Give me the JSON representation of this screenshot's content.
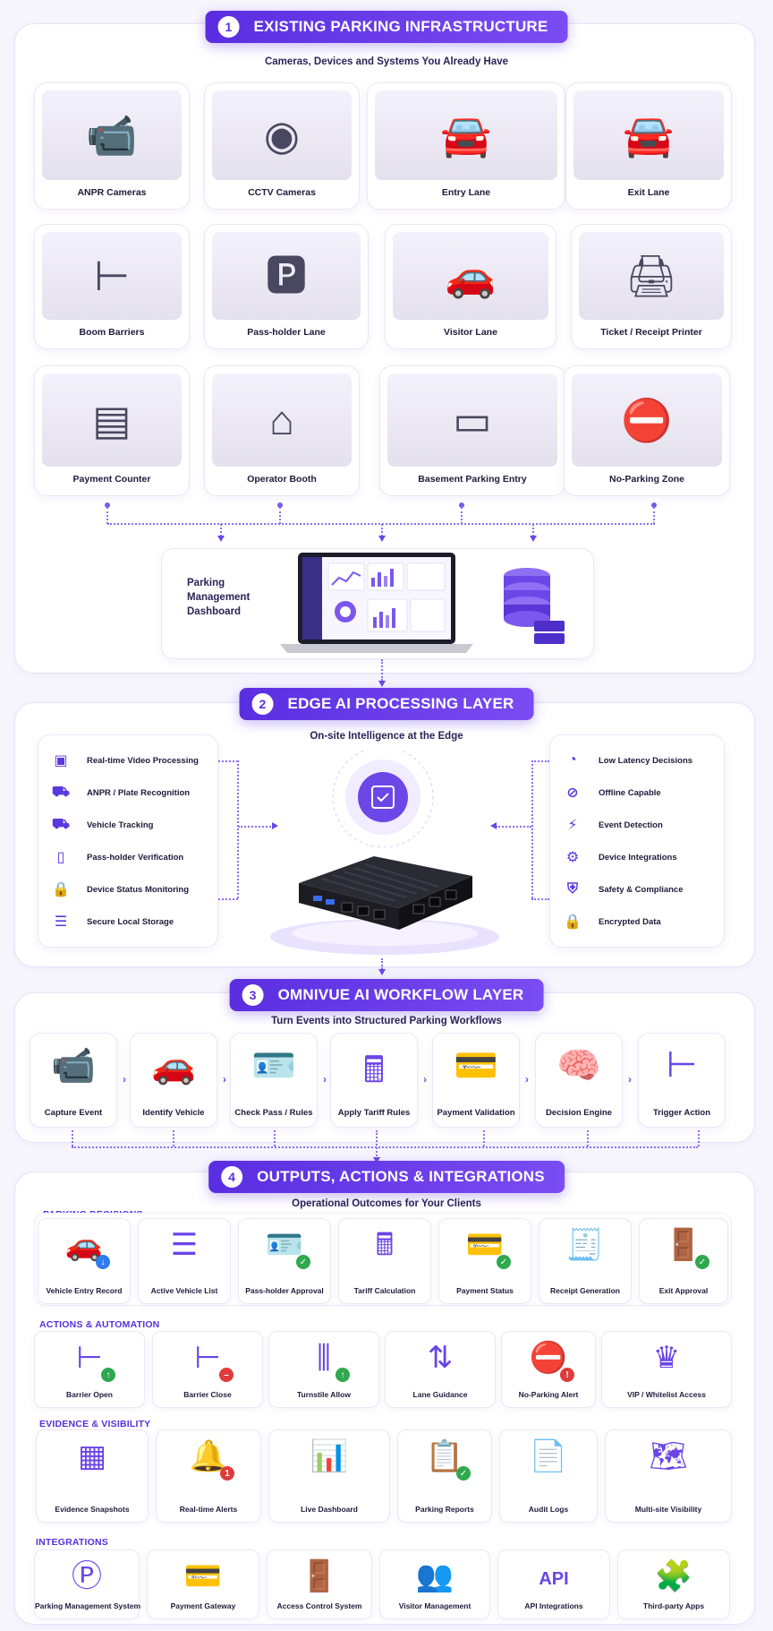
{
  "s1": {
    "num": "1",
    "title": "EXISTING PARKING INFRASTRUCTURE",
    "subtitle": "Cameras, Devices and Systems You Already Have",
    "cards": [
      {
        "label": "ANPR Cameras",
        "icon": "anpr-camera-icon",
        "glyph": "📹"
      },
      {
        "label": "CCTV Cameras",
        "icon": "cctv-camera-icon",
        "glyph": "◉"
      },
      {
        "label": "Entry Lane",
        "icon": "entry-lane-icon",
        "glyph": "🚘"
      },
      {
        "label": "Exit Lane",
        "icon": "exit-lane-icon",
        "glyph": "🚘"
      },
      {
        "label": "Boom Barriers",
        "icon": "boom-barrier-icon",
        "glyph": "⊢"
      },
      {
        "label": "Pass-holder Lane",
        "icon": "pass-holder-lane-icon",
        "glyph": "🅿"
      },
      {
        "label": "Visitor Lane",
        "icon": "visitor-lane-icon",
        "glyph": "🚗"
      },
      {
        "label": "Ticket / Receipt Printer",
        "icon": "printer-icon",
        "glyph": "🖨"
      },
      {
        "label": "Payment Counter",
        "icon": "payment-counter-icon",
        "glyph": "▤"
      },
      {
        "label": "Operator Booth",
        "icon": "operator-booth-icon",
        "glyph": "⌂"
      },
      {
        "label": "Basement Parking Entry",
        "icon": "basement-entry-icon",
        "glyph": "▭"
      },
      {
        "label": "No-Parking Zone",
        "icon": "no-parking-icon",
        "glyph": "⛔"
      }
    ],
    "dashboard": "Parking Management Dashboard"
  },
  "s2": {
    "num": "2",
    "title": "EDGE AI PROCESSING LAYER",
    "subtitle": "On-site Intelligence at the Edge",
    "left": [
      {
        "label": "Real-time Video Processing",
        "icon": "video-processing-icon",
        "glyph": "▣"
      },
      {
        "label": "ANPR / Plate Recognition",
        "icon": "plate-recognition-icon",
        "glyph": "⛟"
      },
      {
        "label": "Vehicle Tracking",
        "icon": "vehicle-tracking-icon",
        "glyph": "⛟"
      },
      {
        "label": "Pass-holder Verification",
        "icon": "pass-verification-icon",
        "glyph": "▯"
      },
      {
        "label": "Device Status Monitoring",
        "icon": "device-status-icon",
        "glyph": "🔒"
      },
      {
        "label": "Secure Local Storage",
        "icon": "storage-icon",
        "glyph": "☰"
      }
    ],
    "right": [
      {
        "label": "Low Latency Decisions",
        "icon": "latency-icon",
        "glyph": "◔"
      },
      {
        "label": "Offline Capable",
        "icon": "offline-icon",
        "glyph": "⊘"
      },
      {
        "label": "Event Detection",
        "icon": "event-detection-icon",
        "glyph": "⚡"
      },
      {
        "label": "Device Integrations",
        "icon": "integrations-gear-icon",
        "glyph": "⚙"
      },
      {
        "label": "Safety & Compliance",
        "icon": "shield-icon",
        "glyph": "⛨"
      },
      {
        "label": "Encrypted Data",
        "icon": "lock-icon",
        "glyph": "🔒"
      }
    ]
  },
  "s3": {
    "num": "3",
    "title": "OMNIVUE AI WORKFLOW LAYER",
    "subtitle": "Turn Events into Structured Parking Workflows",
    "steps": [
      {
        "label": "Capture Event",
        "icon": "capture-camera-icon",
        "glyph": "📹"
      },
      {
        "label": "Identify Vehicle",
        "icon": "identify-vehicle-icon",
        "glyph": "🚗"
      },
      {
        "label": "Check Pass / Rules",
        "icon": "check-pass-icon",
        "glyph": "🪪"
      },
      {
        "label": "Apply Tariff Rules",
        "icon": "calculator-icon",
        "glyph": "🖩"
      },
      {
        "label": "Payment Validation",
        "icon": "payment-card-icon",
        "glyph": "💳"
      },
      {
        "label": "Decision Engine",
        "icon": "brain-icon",
        "glyph": "🧠"
      },
      {
        "label": "Trigger Action",
        "icon": "barrier-icon",
        "glyph": "⊢"
      }
    ]
  },
  "s4": {
    "num": "4",
    "title": "OUTPUTS, ACTIONS & INTEGRATIONS",
    "subtitle": "Operational Outcomes for Your Clients",
    "cat1": "PARKING DECISIONS",
    "decisions": [
      {
        "label": "Vehicle Entry Record",
        "icon": "vehicle-entry-icon",
        "glyph": "🚗"
      },
      {
        "label": "Active Vehicle List",
        "icon": "vehicle-list-icon",
        "glyph": "☰"
      },
      {
        "label": "Pass-holder Approval",
        "icon": "pass-approval-icon",
        "glyph": "🪪"
      },
      {
        "label": "Tariff Calculation",
        "icon": "tariff-calculator-icon",
        "glyph": "🖩"
      },
      {
        "label": "Payment Status",
        "icon": "payment-status-icon",
        "glyph": "💳"
      },
      {
        "label": "Receipt Generation",
        "icon": "receipt-icon",
        "glyph": "🧾"
      },
      {
        "label": "Exit Approval",
        "icon": "exit-approval-icon",
        "glyph": "🚪"
      }
    ],
    "cat2": "ACTIONS & AUTOMATION",
    "actions": [
      {
        "label": "Barrier Open",
        "icon": "barrier-open-icon",
        "glyph": "⊢"
      },
      {
        "label": "Barrier Close",
        "icon": "barrier-close-icon",
        "glyph": "⊢"
      },
      {
        "label": "Turnstile Allow",
        "icon": "turnstile-icon",
        "glyph": "⫼"
      },
      {
        "label": "Lane Guidance",
        "icon": "lane-guidance-icon",
        "glyph": "⇅"
      },
      {
        "label": "No-Parking Alert",
        "icon": "no-parking-alert-icon",
        "glyph": "⛔"
      },
      {
        "label": "VIP / Whitelist Access",
        "icon": "crown-icon",
        "glyph": "♛"
      }
    ],
    "cat3": "EVIDENCE & VISIBILITY",
    "evidence": [
      {
        "label": "Evidence Snapshots",
        "icon": "snapshots-icon",
        "glyph": "▦"
      },
      {
        "label": "Real-time Alerts",
        "icon": "bell-icon",
        "glyph": "🔔"
      },
      {
        "label": "Live Dashboard",
        "icon": "live-dashboard-icon",
        "glyph": "📊"
      },
      {
        "label": "Parking Reports",
        "icon": "reports-icon",
        "glyph": "📋"
      },
      {
        "label": "Audit Logs",
        "icon": "audit-logs-icon",
        "glyph": "📄"
      },
      {
        "label": "Multi-site Visibility",
        "icon": "map-pins-icon",
        "glyph": "🗺"
      }
    ],
    "cat4": "INTEGRATIONS",
    "integrations": [
      {
        "label": "Parking Management System",
        "icon": "parking-system-icon",
        "glyph": "Ⓟ"
      },
      {
        "label": "Payment Gateway",
        "icon": "payment-gateway-icon",
        "glyph": "💳"
      },
      {
        "label": "Access Control System",
        "icon": "access-control-icon",
        "glyph": "🚪"
      },
      {
        "label": "Visitor Management",
        "icon": "visitors-icon",
        "glyph": "👥"
      },
      {
        "label": "API Integrations",
        "icon": "api-icon",
        "glyph": "API"
      },
      {
        "label": "Third-party Apps",
        "icon": "puzzle-icon",
        "glyph": "🧩"
      }
    ],
    "bell_count": "1"
  },
  "colors": {
    "accent": "#5a2ee0",
    "check": "#2fa84f",
    "alert": "#e03b3b"
  }
}
